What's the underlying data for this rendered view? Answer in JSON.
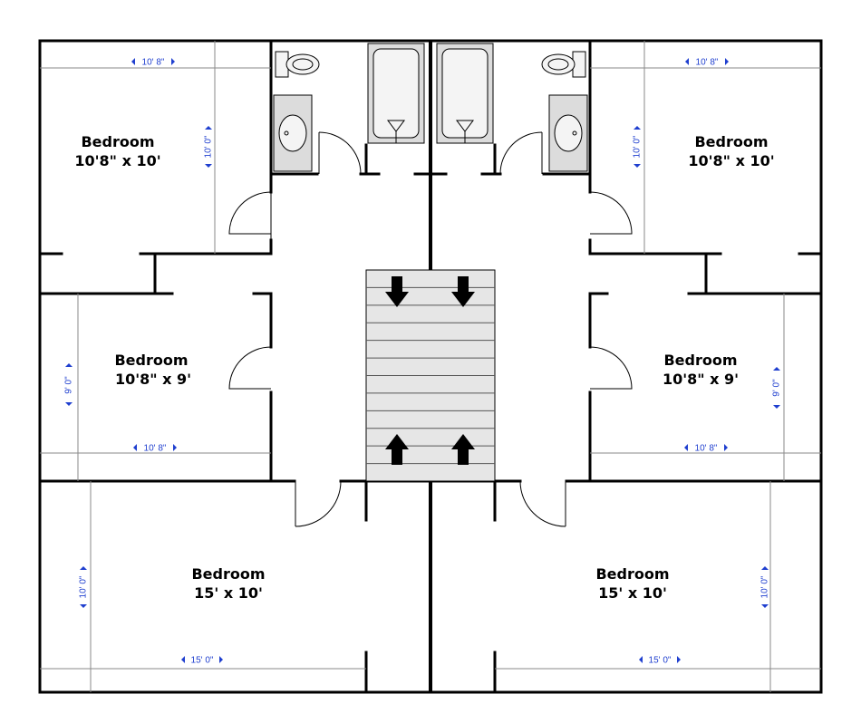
{
  "plan": {
    "left_unit": {
      "bedroom_top": {
        "name": "Bedroom",
        "size": "10'8\" x 10'",
        "dim_width": "10' 8\"",
        "dim_depth": "10' 0\""
      },
      "bedroom_middle": {
        "name": "Bedroom",
        "size": "10'8\" x 9'",
        "dim_width": "10' 8\"",
        "dim_depth": "9' 0\""
      },
      "bedroom_bottom": {
        "name": "Bedroom",
        "size": "15' x 10'",
        "dim_width": "15' 0\"",
        "dim_depth": "10' 0\""
      }
    },
    "right_unit": {
      "bedroom_top": {
        "name": "Bedroom",
        "size": "10'8\" x 10'",
        "dim_width": "10' 8\"",
        "dim_depth": "10' 0\""
      },
      "bedroom_middle": {
        "name": "Bedroom",
        "size": "10'8\" x 9'",
        "dim_width": "10' 8\"",
        "dim_depth": "9' 0\""
      },
      "bedroom_bottom": {
        "name": "Bedroom",
        "size": "15' x 10'",
        "dim_width": "15' 0\"",
        "dim_depth": "10' 0\""
      }
    },
    "icons": [
      "toilet-icon",
      "bathtub-icon",
      "sink-icon",
      "stairs-down-arrow-icon",
      "stairs-up-arrow-icon"
    ],
    "colors": {
      "walls": "#000000",
      "dimension_text": "#1f3fcf",
      "stairs_fill": "#e6e6e6",
      "dimension_lines": "#8a8a8a"
    }
  }
}
